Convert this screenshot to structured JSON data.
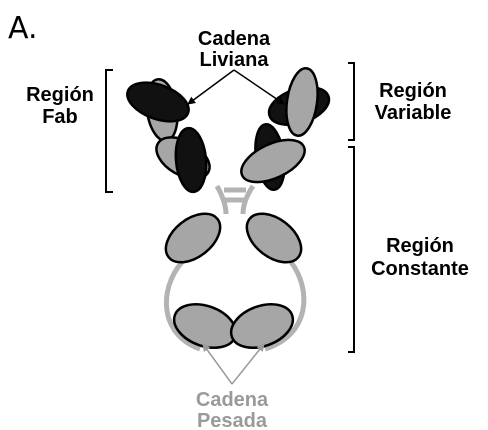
{
  "panel_letter": "A.",
  "labels": {
    "light_chain": [
      "Cadena",
      "Liviana"
    ],
    "fab_region": [
      "Región",
      "Fab"
    ],
    "variable_region": [
      "Región",
      "Variable"
    ],
    "constant_region": [
      "Región",
      "Constante"
    ],
    "heavy_chain": [
      "Cadena",
      "Pesada"
    ]
  },
  "colors": {
    "light_domain": "#a6a6a6",
    "dark_domain": "#111111",
    "outline": "#000000",
    "heavy_chain_line": "#b3b3b3",
    "heavy_chain_text": "#9a9a9a",
    "text": "#000000"
  }
}
